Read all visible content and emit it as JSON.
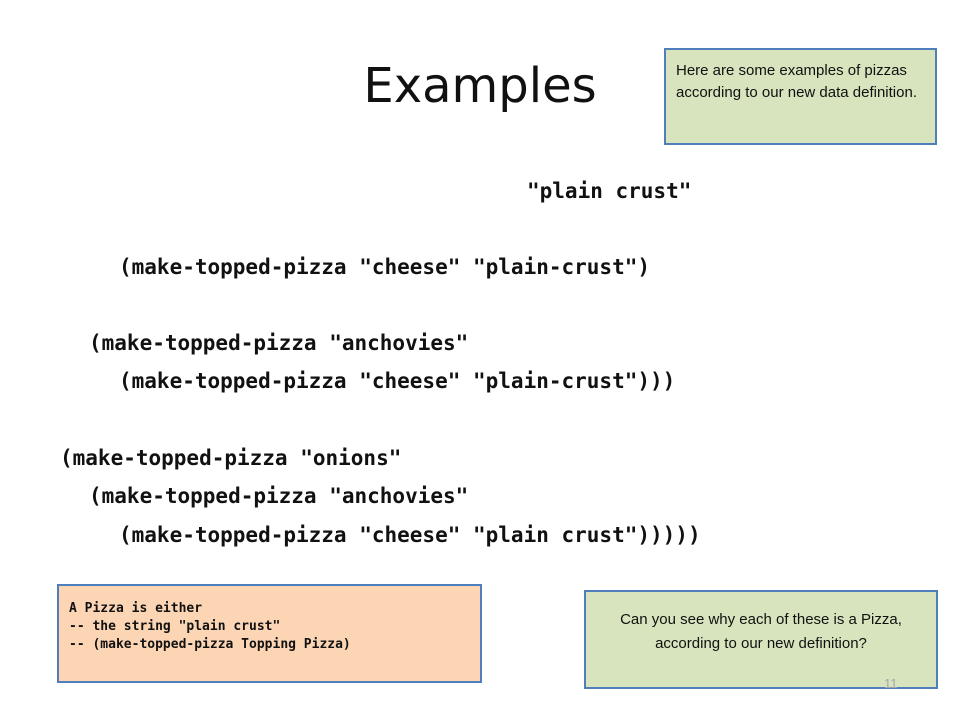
{
  "slide": {
    "title": "Examples",
    "code_lines": [
      "\"plain crust\"",
      "(make-topped-pizza \"cheese\" \"plain-crust\")",
      "(make-topped-pizza \"anchovies\"",
      "(make-topped-pizza \"cheese\" \"plain-crust\")))",
      "(make-topped-pizza \"onions\"",
      "(make-topped-pizza \"anchovies\"",
      "(make-topped-pizza \"cheese\" \"plain crust\")))))"
    ],
    "note_top": "Here are some examples of pizzas according to our new data definition.",
    "definition_lines": [
      "A Pizza is either",
      "-- the string \"plain crust\"",
      "-- (make-topped-pizza Topping Pizza)"
    ],
    "note_question": "Can you see why each of these is a Pizza, according to our new definition?",
    "page_number": "11"
  },
  "colors": {
    "green_note": "#d7e4bd",
    "orange_note": "#fcd5b5",
    "note_border": "#4f7ebd"
  }
}
